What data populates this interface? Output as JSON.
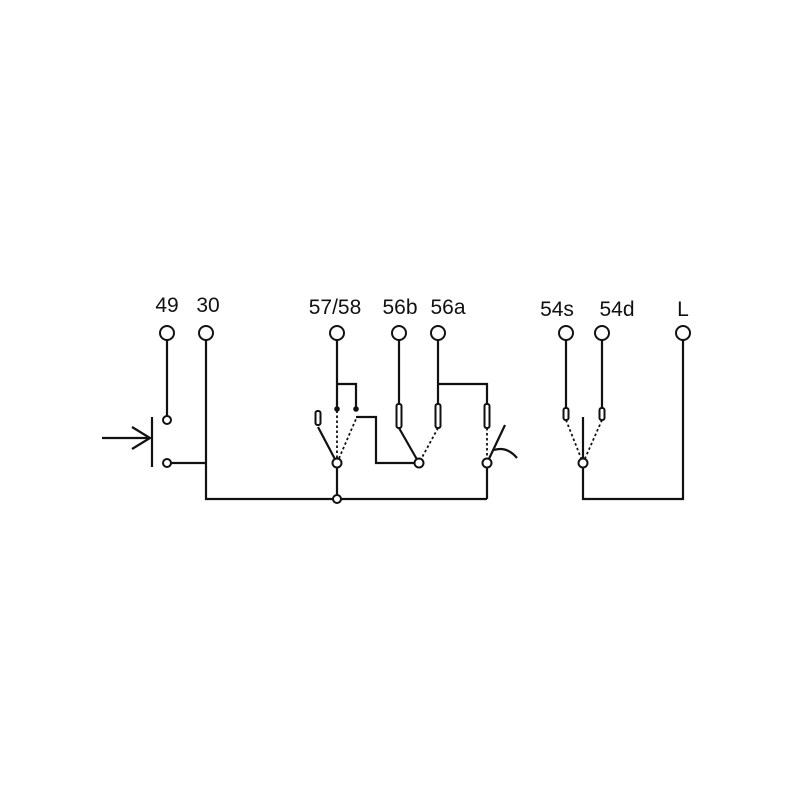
{
  "diagram": {
    "title": "Switch terminal wiring schematic",
    "terminals": [
      "49",
      "30",
      "57/58",
      "56b",
      "56a",
      "54s",
      "54d",
      "L"
    ],
    "line_color": "#111111",
    "background": "#ffffff"
  }
}
